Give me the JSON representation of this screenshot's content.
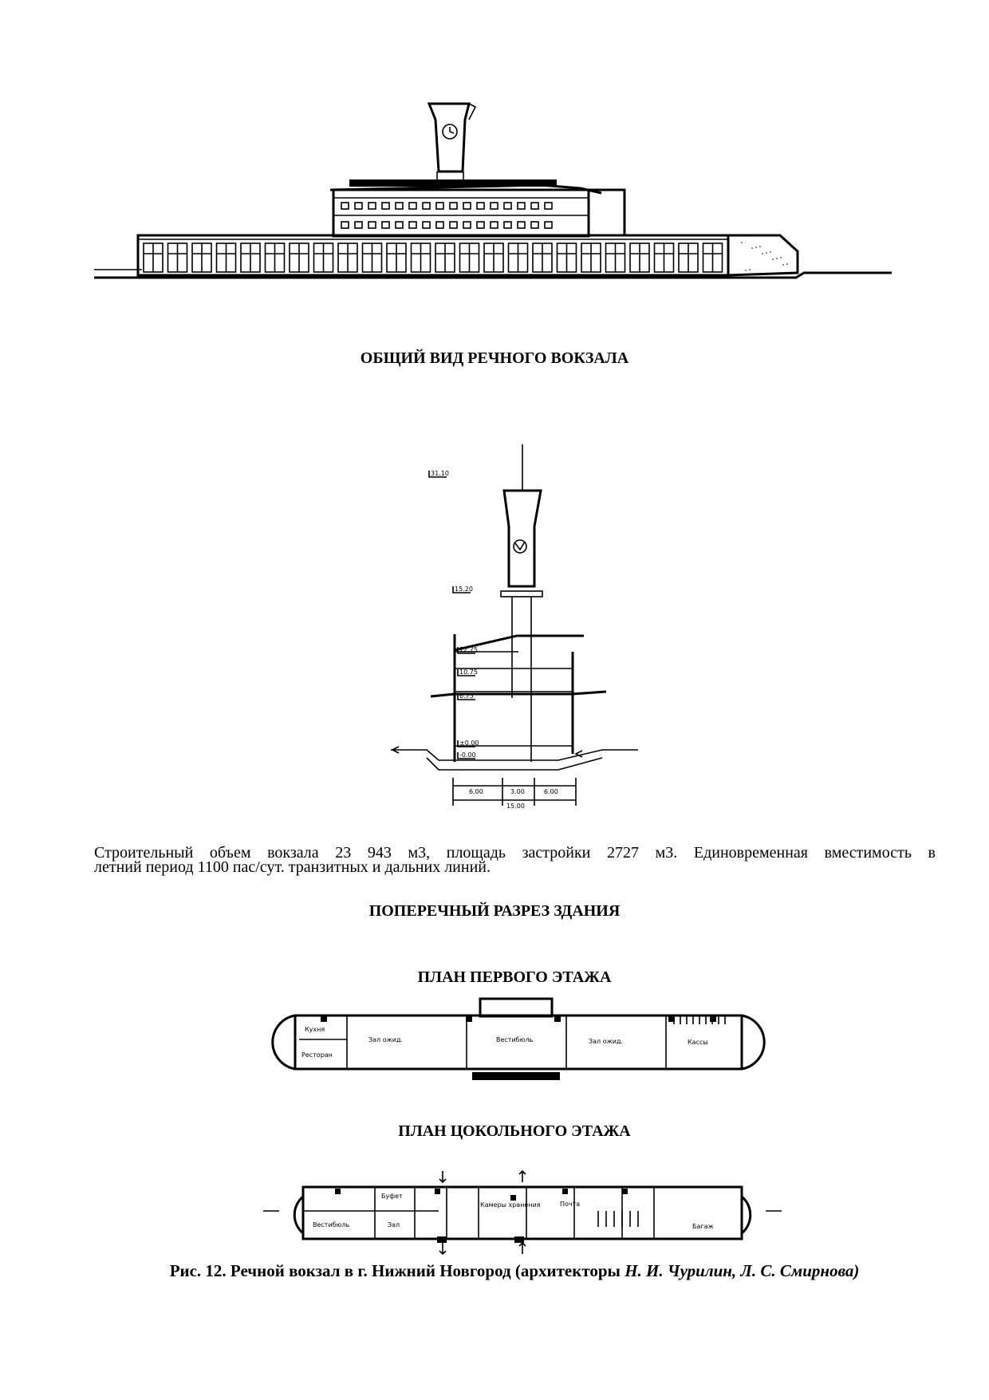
{
  "figure1": {
    "title": "ОБЩИЙ ВИД РЕЧНОГО ВОКЗАЛА"
  },
  "section": {
    "levels": [
      "31.10",
      "15.20",
      "12.75",
      "10.75",
      "6.75",
      "±0.00",
      "-0.00"
    ],
    "dims": [
      "6.00",
      "3.00",
      "6.00",
      "15.00"
    ]
  },
  "description": {
    "line1": "Строительный объем вокзала 23 943 м3, площадь  застройки  2727 м3. Единовременная  вместимость   в",
    "line2": "летний  период   1100    пас/сут.   транзитных   и дальних линий."
  },
  "figure2": {
    "title": "ПОПЕРЕЧНЫЙ РАЗРЕЗ ЗДАНИЯ"
  },
  "figure3": {
    "title": "ПЛАН ПЕРВОГО ЭТАЖА",
    "rooms": [
      "Кухня",
      "Ресторан",
      "Зал ожид.",
      "Вестибюль",
      "Зал ожид.",
      "Кассы"
    ]
  },
  "figure4": {
    "title": "ПЛАН ЦОКОЛЬНОГО ЭТАЖА",
    "rooms": [
      "Буфет",
      "Вестибюль",
      "Зал",
      "Камеры хранения",
      "Почта",
      "Багаж"
    ]
  },
  "caption": {
    "regular": "Рис. 12. Речной вокзал в г. Нижний Новгород (архитекторы ",
    "italic": "Н. И. Чурилин, Л. С. Смирнова)"
  }
}
